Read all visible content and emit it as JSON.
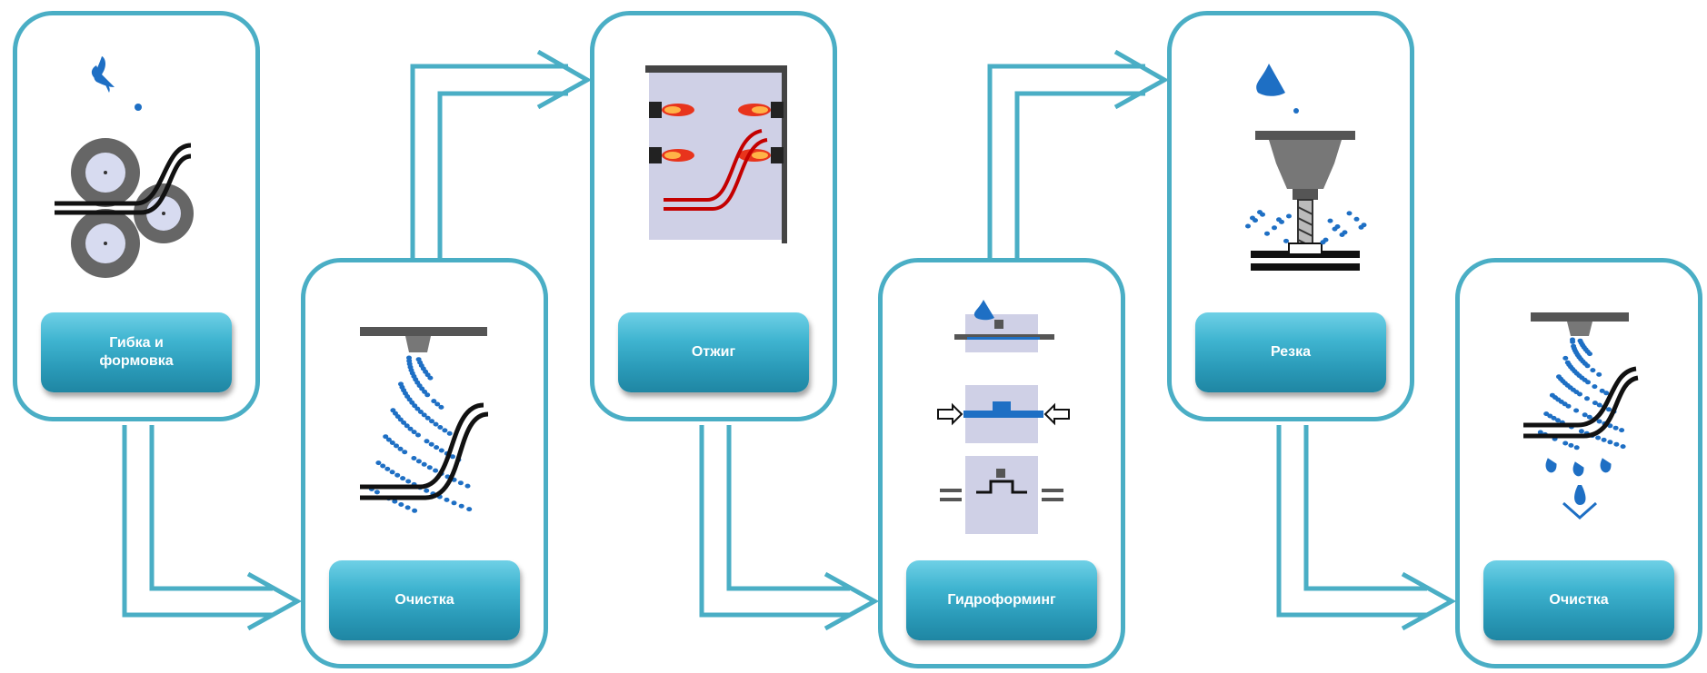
{
  "steps": [
    {
      "label": "Гибка и\nформовка",
      "illustration": "bending-rollers-icon"
    },
    {
      "label": "Очистка",
      "illustration": "spray-cleaning-icon"
    },
    {
      "label": "Отжиг",
      "illustration": "annealing-furnace-icon"
    },
    {
      "label": "Гидроформинг",
      "illustration": "hydroforming-press-icon"
    },
    {
      "label": "Резка",
      "illustration": "drill-cutting-icon"
    },
    {
      "label": "Очистка",
      "illustration": "spray-rinse-icon"
    }
  ],
  "colors": {
    "accent": "#4aaec5",
    "button": "#2a9ab8",
    "droplet": "#1e6fc4",
    "flame": "#e8341c",
    "furnace_bg": "#cfd0e6"
  }
}
